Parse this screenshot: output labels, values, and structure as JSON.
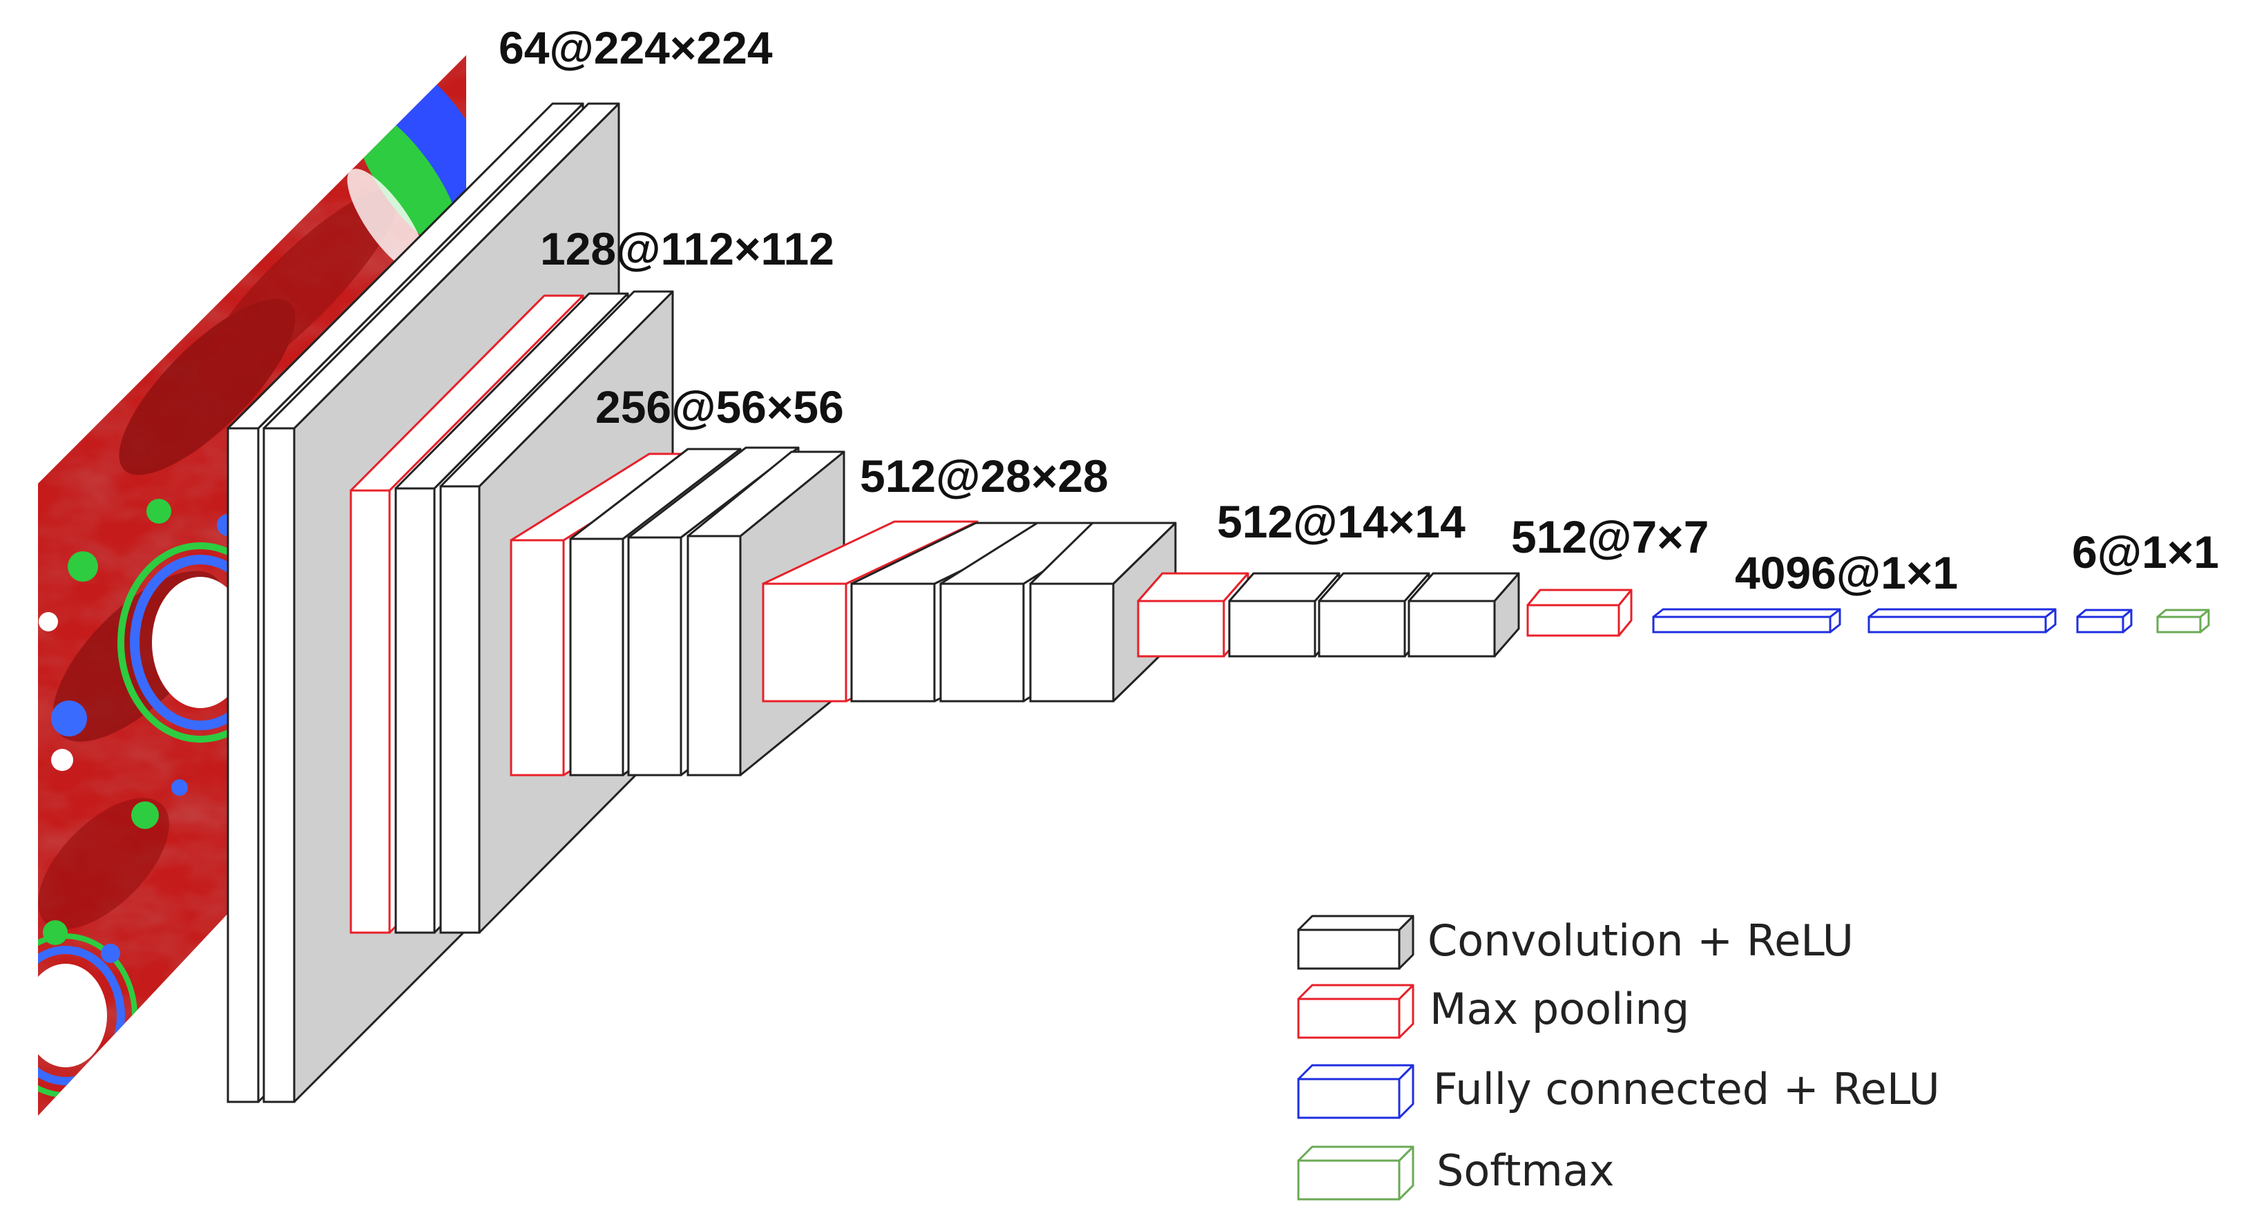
{
  "stages": [
    {
      "label": "64@224×224"
    },
    {
      "label": "128@112×112"
    },
    {
      "label": "256@56×56"
    },
    {
      "label": "512@28×28"
    },
    {
      "label": "512@14×14"
    },
    {
      "label": "512@7×7"
    },
    {
      "label": "4096@1×1"
    },
    {
      "label": "6@1×1"
    }
  ],
  "legend": [
    {
      "label": "Convolution + ReLU",
      "color": "#333333"
    },
    {
      "label": "Max pooling",
      "color": "#e8202a"
    },
    {
      "label": "Fully connected + ReLU",
      "color": "#1f2ee0"
    },
    {
      "label": "Softmax",
      "color": "#6aaa55"
    }
  ],
  "colors": {
    "conv": "#222222",
    "pool": "#e8202a",
    "fc": "#1f2ee0",
    "softmax": "#6aaa55",
    "side_fill": "#cfcfcf",
    "input_red": "#c01818"
  }
}
